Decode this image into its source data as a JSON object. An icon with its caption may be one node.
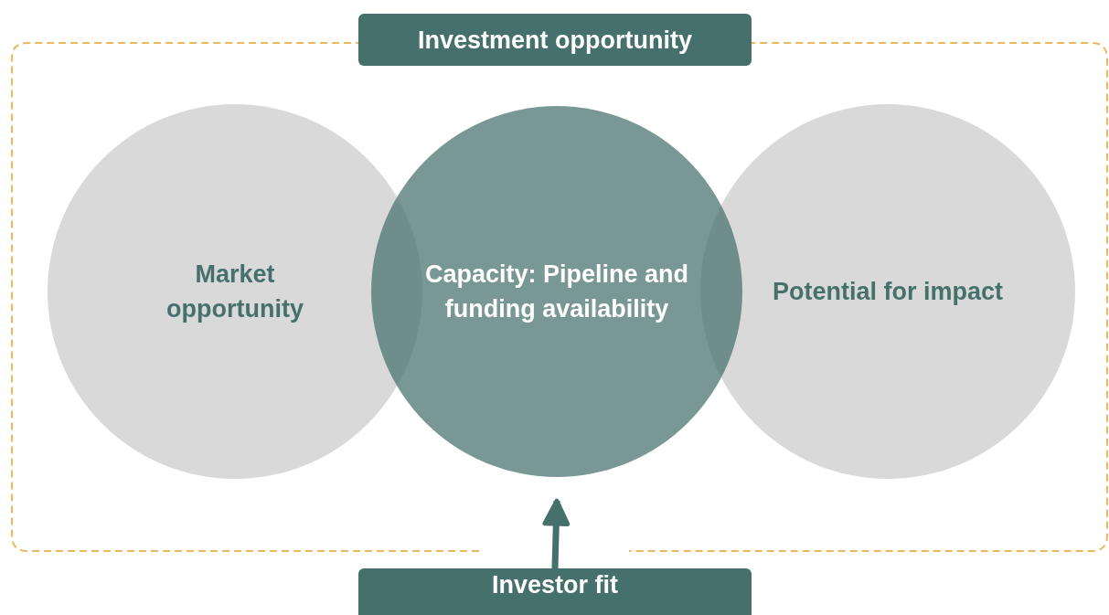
{
  "diagram": {
    "nodes": [
      {
        "text": [
          "Investment opportunity"
        ]
      },
      {
        "text": [
          "Market opportunity"
        ],
        "in": 0
      },
      {
        "text": [
          "Capacity: Pipeline and funding availability"
        ],
        "in": 0
      },
      {
        "text": [
          "Potential for impact"
        ],
        "in": 0
      },
      {
        "text": [
          "Investor fit"
        ]
      }
    ],
    "edges": [
      {
        "from": 4,
        "to": 2,
        "arrow": "to"
      }
    ]
  }
}
